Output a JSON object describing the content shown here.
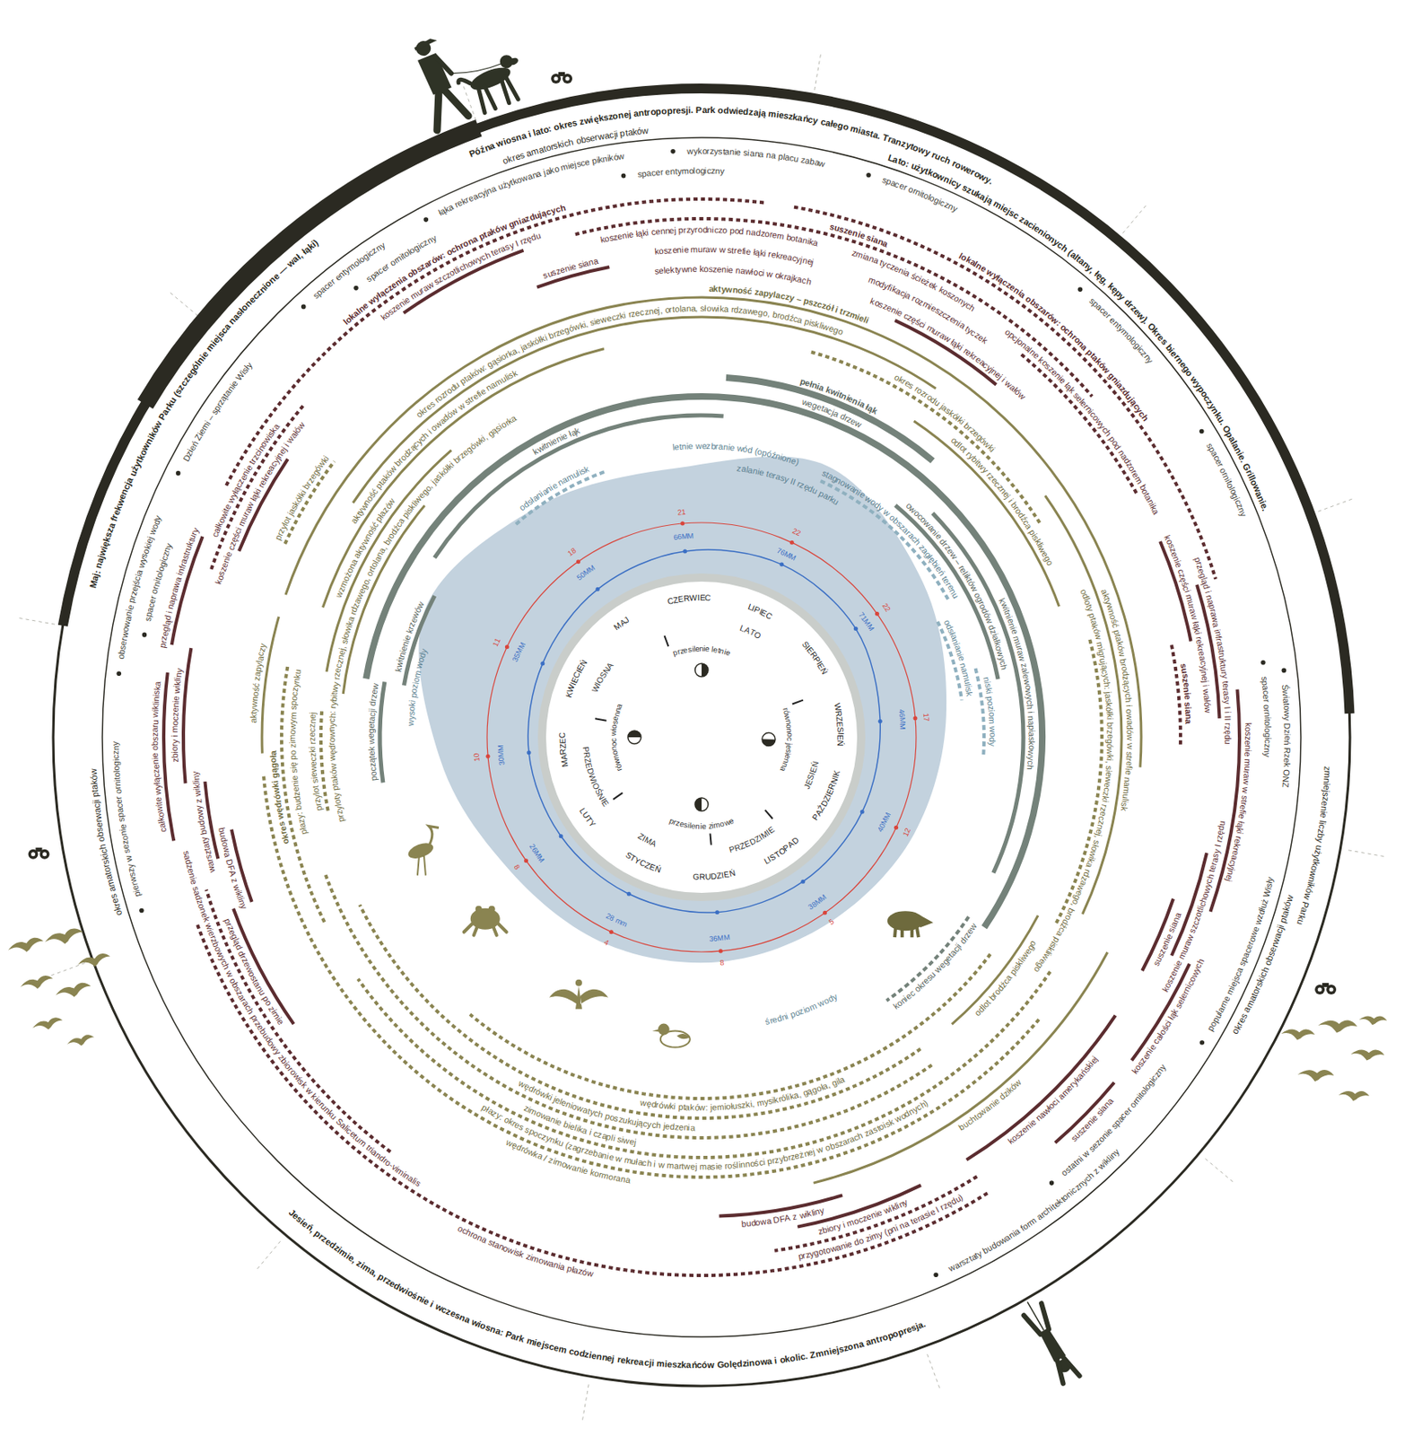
{
  "diagram": {
    "labels": [
      "Maj: największa frekwencja użytkowników Parku (szczególnie miejsca nasłonecznione — wał, łąki)",
      "Późna wiosna i lato: okres zwiększonej antropopresji. Park odwiedzają mieszkańcy całego miasta. Tranzytowy ruch rowerowy.",
      "Lato: użytkownicy szukają miejsc zacienionych (altany, łęg, kępy drzew). Okres biernego wypoczynku. Opalanie. Grillowanie.",
      "zmniejszenie liczby użytkowników Parku",
      "Jesień, przedzimie, zima, przedwiośnie i wczesna wiosna: Park miejscem codziennej rekreacji mieszkańców Golędzinowa i okolic. Zmniejszona antropopresja.",
      "okres amatorskich obserwacji ptaków",
      "okres amatorskich obserwacji ptaków",
      "okres amatorskich obserwacji ptaków",
      "pierwszy w sezonie spacer ornitologiczny",
      "obserwowanie przejścia wysokiej wody",
      "spacer ornitologiczny",
      "Dzień Ziemi – sprzątanie Wisły",
      "spacer entymologiczny",
      "spacer ornitologiczny",
      "łąka rekreacyjna użytkowana jako miejsce pikników",
      "spacer entymologiczny",
      "wykorzystanie siana na placu zabaw",
      "spacer ornitologiczny",
      "spacer entymologiczny",
      "spacer ornitologiczny",
      "spacer ornitologiczny",
      "Światowy Dzień Rzek ONZ",
      "popularne miejsca spacerowe wzdłuż Wisły",
      "ostatni w sezonie spacer ornitologiczny",
      "warsztaty budowania form architektonicznych z wikliny",
      "całkowite wyłączenie trzcinowiska",
      "koszenie części muraw łąki rekreacyjnej i wałów",
      "przegląd i naprawa infrastruktury",
      "koszenie muraw szczotlichowych terasy I rzędu",
      "suszenie siana",
      "koszenie części muraw łąki rekreacyjnej i wałów",
      "opcjonalne koszenie łąk selernicowych pod nadzorem botanika",
      "suszenie siana",
      "selektywne koszenie nawłoci w okrajkach",
      "koszenie muraw w strefie łąki rekreacyjnej",
      "koszenie łąki cennej przyrodniczo pod nadzorem botanika",
      "modyfikacja rozmieszczenia tyczek",
      "zmiana tyczenia ścieżek koszonych",
      "lokalne wyłączenia obszarów: ochrona ptaków gniazdujących",
      "lokalne wyłączenia obszarów: ochrona ptaków gniazdujących",
      "koszenie części muraw łąki rekreacyjnej i wałów",
      "przegląd i naprawa infrastruktury terasy I i II rzędu",
      "suszenie siana",
      "koszenie muraw w strefie łąki rekreacyjnej",
      "koszenie muraw szczotlichowych terasy I rzędu",
      "suszenie siana",
      "koszenie całości łąk selernicowych",
      "suszenie siana",
      "koszenie nawłoci amerykańskiej",
      "zbiory i moczenie wikliny",
      "przygotowanie do zimy (pni na terasie I rzędu)",
      "budowa DFA z wikliny",
      "ochrona stanowisk zimowania płazów",
      "przegląd drzewostanu po zimie",
      "sadzenie sadzonek wierzbowych w obszarach przebudowy zbiorowisk w kierunku Salicetum triandro-viminalis",
      "budowa DFA z wikliny",
      "warsztaty budowy z wikliny",
      "całkowite wyłączenie obszaru wikliniska",
      "zbiory i moczenie wikliny",
      "okres wędrówki gągoła",
      "przylot sieweczki rzecznej",
      "płazy: budzenie się po zimowym spoczynku",
      "aktywność zapylaczy",
      "przyloty ptaków wędrownych: rybitwy rzecznej, słowika rdzawego, ortolana, brodźca piskliwego, jaskółki brzegówki, gąsiorka",
      "wzmożona aktywność płazów",
      "przylot jaskółki brzegówki",
      "aktywność ptaków brodzących i owadów w strefie namulisk",
      "okres rozrodu ptaków: gąsiorka, jaskółki brzegówki, sieweczki rzecznej, ortolana, słowika rdzawego, brodźca piskliwego",
      "odlot rybitwy rzecznej i brodźca piskliwego",
      "okres rozrodu jaskółki brzegówki",
      "aktywność zapylaczy – pszczół i trzmieli",
      "aktywność ptaków brodzących i owadów w strefie namulisk",
      "odloty ptaków migrujących: jaskółki brzegówki, sieweczki rzecznej, słowika rdzawego, brodźca piskliwego",
      "odlot brodźca piskliwego",
      "buchtowanie dzików",
      "płazy: okres spoczynku (zagrzebanie w mułach i w martwej masie roślinności przybrzeżnej w obszarach zastoisk wodnych)",
      "wędrówki ptaków: jemiołuszki, mysikrólika, gągoła, gila",
      "zimowanie bielika i czapli siwej",
      "wędrówka / zimowanie kormorana",
      "wędrówki jeleniowatych poszukujących jedzenia",
      "początek wegetacji drzew",
      "kwitnienie krzewów",
      "kwitnienie łąk",
      "pełnia kwitnienia łąk",
      "wegetacja drzew",
      "owocowanie drzew – reliktów ogrodów działkowych",
      "kwitnienie muraw zalewowych i napiaskowych",
      "koniec okresu wegetacji drzew",
      "wysoki poziom wody",
      "odsłanianie namulisk",
      "letnie wezbranie wód (opóźnione)",
      "zalanie terasy II rzędu parku",
      "stagnowanie wody w obszarach zagłębień terenu",
      "odsłanianie namulisk",
      "niski poziom wody",
      "średni poziom wody",
      "STYCZEŃ",
      "LUTY",
      "MARZEC",
      "KWIECIEŃ",
      "MAJ",
      "CZERWIEC",
      "LIPIEC",
      "SIERPIEŃ",
      "WRZESIEŃ",
      "PAŹDZIERNIK",
      "LISTOPAD",
      "GRUDZIEŃ",
      "ZIMA",
      "PRZEDWIOŚNIE",
      "WIOSNA",
      "LATO",
      "JESIEŃ",
      "PRZEDZIMIE",
      "równonoc wiosenna",
      "przesilenie letnie",
      "równonoc jesienna",
      "przesilenie zimowe",
      "28 mm",
      "26MM",
      "30MM",
      "35MM",
      "50MM",
      "66MM",
      "76MM",
      "71MM",
      "46MM",
      "40MM",
      "38MM",
      "36MM",
      "4",
      "8",
      "10",
      "11",
      "18",
      "21",
      "22",
      "22",
      "17",
      "12",
      "5",
      "8"
    ]
  }
}
